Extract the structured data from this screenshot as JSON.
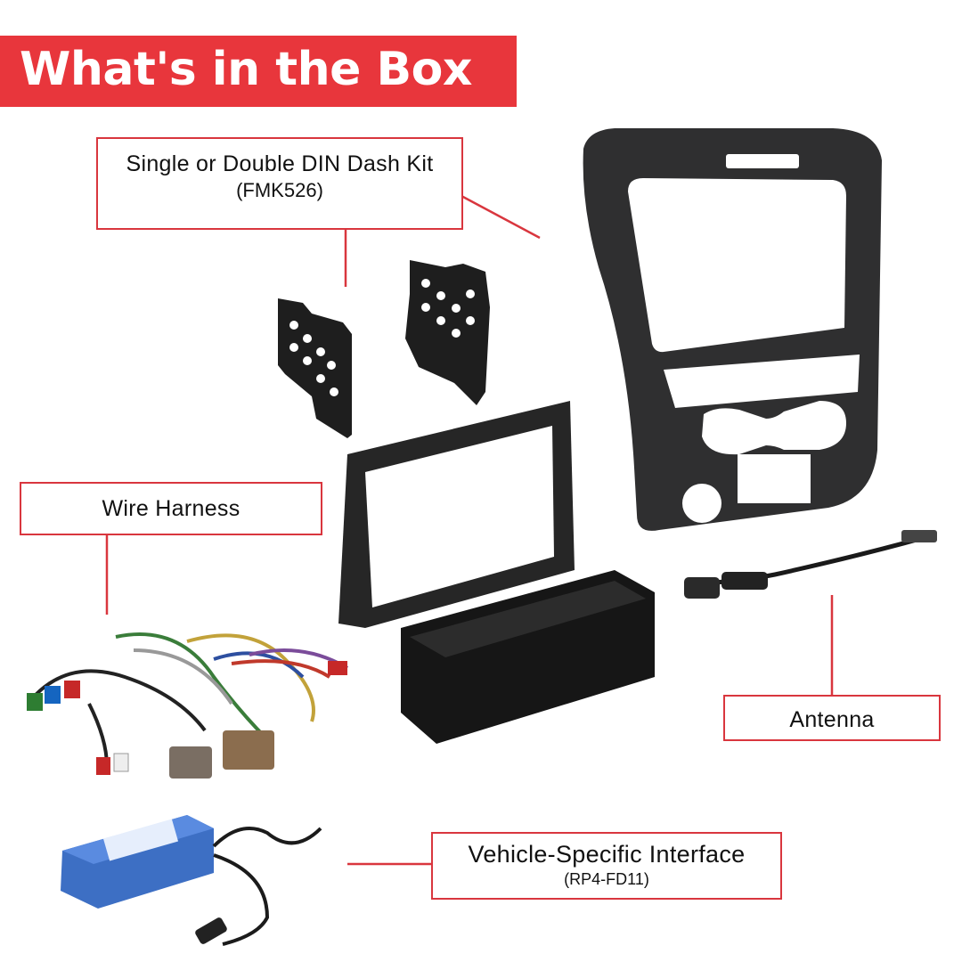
{
  "header": {
    "title": "What's in the Box"
  },
  "labels": {
    "dash_kit": {
      "line1": "Single or Double DIN Dash Kit",
      "line2": "(FMK526)"
    },
    "wire_harness": {
      "line1": "Wire Harness"
    },
    "antenna": {
      "line1": "Antenna"
    },
    "interface": {
      "line1": "Vehicle-Specific Interface",
      "line2": "(RP4-FD11)"
    }
  },
  "colors": {
    "accent": "#e8363c",
    "product": "#2b2b2b",
    "interface_body": "#3d6fc4"
  },
  "icons": [
    "dash-kit-image",
    "din-bracket-image",
    "pocket-image",
    "antenna-adapter-image",
    "wire-harness-image",
    "interface-module-image"
  ]
}
